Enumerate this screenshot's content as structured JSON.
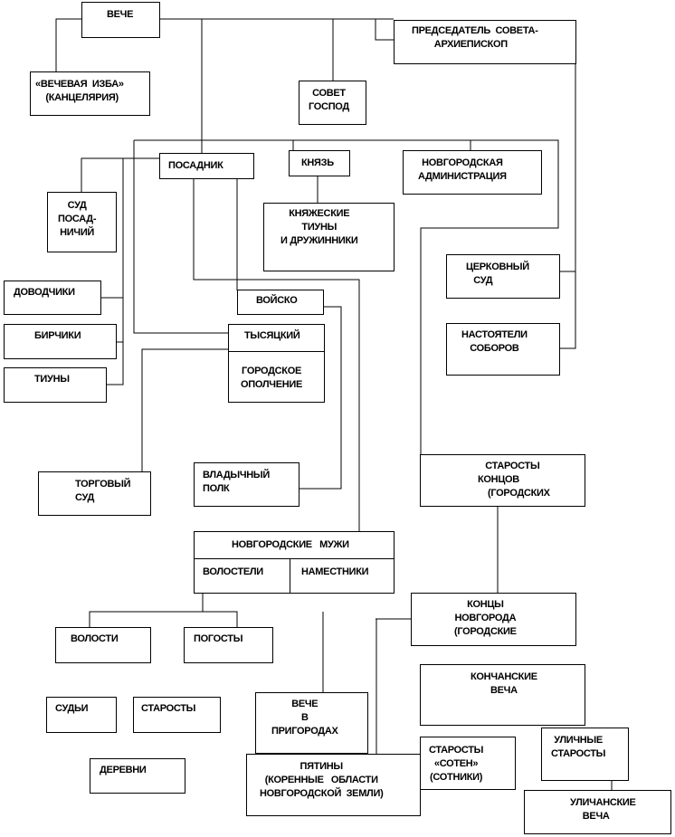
{
  "nodes": {
    "veche": "ВЕЧЕ",
    "chairman": "ПРЕДСЕДАТЕЛЬ  СОВЕТА-\n         АРХИЕПИСКОП",
    "veche_hut": "«ВЕЧЕВАЯ  ИЗБА»\n  (КАНЦЕЛЯРИЯ)",
    "council": "СОВЕТ\nГОСПОД",
    "posadnik": "ПОСАДНИК",
    "prince": "КНЯЗЬ",
    "novgorod_admin": "НОВГОРОДСКАЯ\nАДМИНИСТРАЦИЯ",
    "posadnik_court": "СУД\nПОСАД-\nНИЧИЙ",
    "princely_tiuns": "КНЯЖЕСКИЕ\nТИУНЫ\nИ ДРУЖИННИКИ",
    "dovodchiki": "ДОВОДЧИКИ",
    "birchiki": "БИРЧИКИ",
    "tiuny": "ТИУНЫ",
    "army": "ВОЙСКО",
    "church_court": "ЦЕРКОВНЫЙ\n   СУД",
    "tysyatsky": "ТЫСЯЦКИЙ",
    "city_militia": "ГОРОДСКОЕ\nОПОЛЧЕНИЕ",
    "cathedral_abbots": "НАСТОЯТЕЛИ\nСОБОРОВ",
    "trade_court": "ТОРГОВЫЙ\nСУД",
    "bishop_regiment": "ВЛАДЫЧНЫЙ\nПОЛК",
    "end_elders": "   СТАРОСТЫ\nКОНЦОВ\n    (ГОРОДСКИХ",
    "novgorod_men": "НОВГОРОДСКИЕ   МУЖИ",
    "volosteli": "ВОЛОСТЕЛИ",
    "namestniki": "НАМЕСТНИКИ",
    "volosti": "ВОЛОСТИ",
    "pogosty": "ПОГОСТЫ",
    "city_ends": "КОНЦЫ\nНОВГОРОДА\n(ГОРОДСКИЕ",
    "konchan_veche": "КОНЧАНСКИЕ\nВЕЧА",
    "judges": "СУДЬИ",
    "elders": "СТАРОСТЫ",
    "suburb_veche": "ВЕЧЕ\nВ\nПРИГОРОДАХ",
    "street_elders": "УЛИЧНЫЕ\nСТАРОСТЫ",
    "villages": "ДЕРЕВНИ",
    "pyatiny": "ПЯТИНЫ\n(КОРЕННЫЕ   ОБЛАСТИ\nНОВГОРОДСКОЙ  ЗЕМЛИ)",
    "sotni_elders": "СТАРОСТЫ\n«СОТЕН»\n(СОТНИКИ)",
    "street_veche": "УЛИЧАНСКИЕ\n     ВЕЧА"
  }
}
